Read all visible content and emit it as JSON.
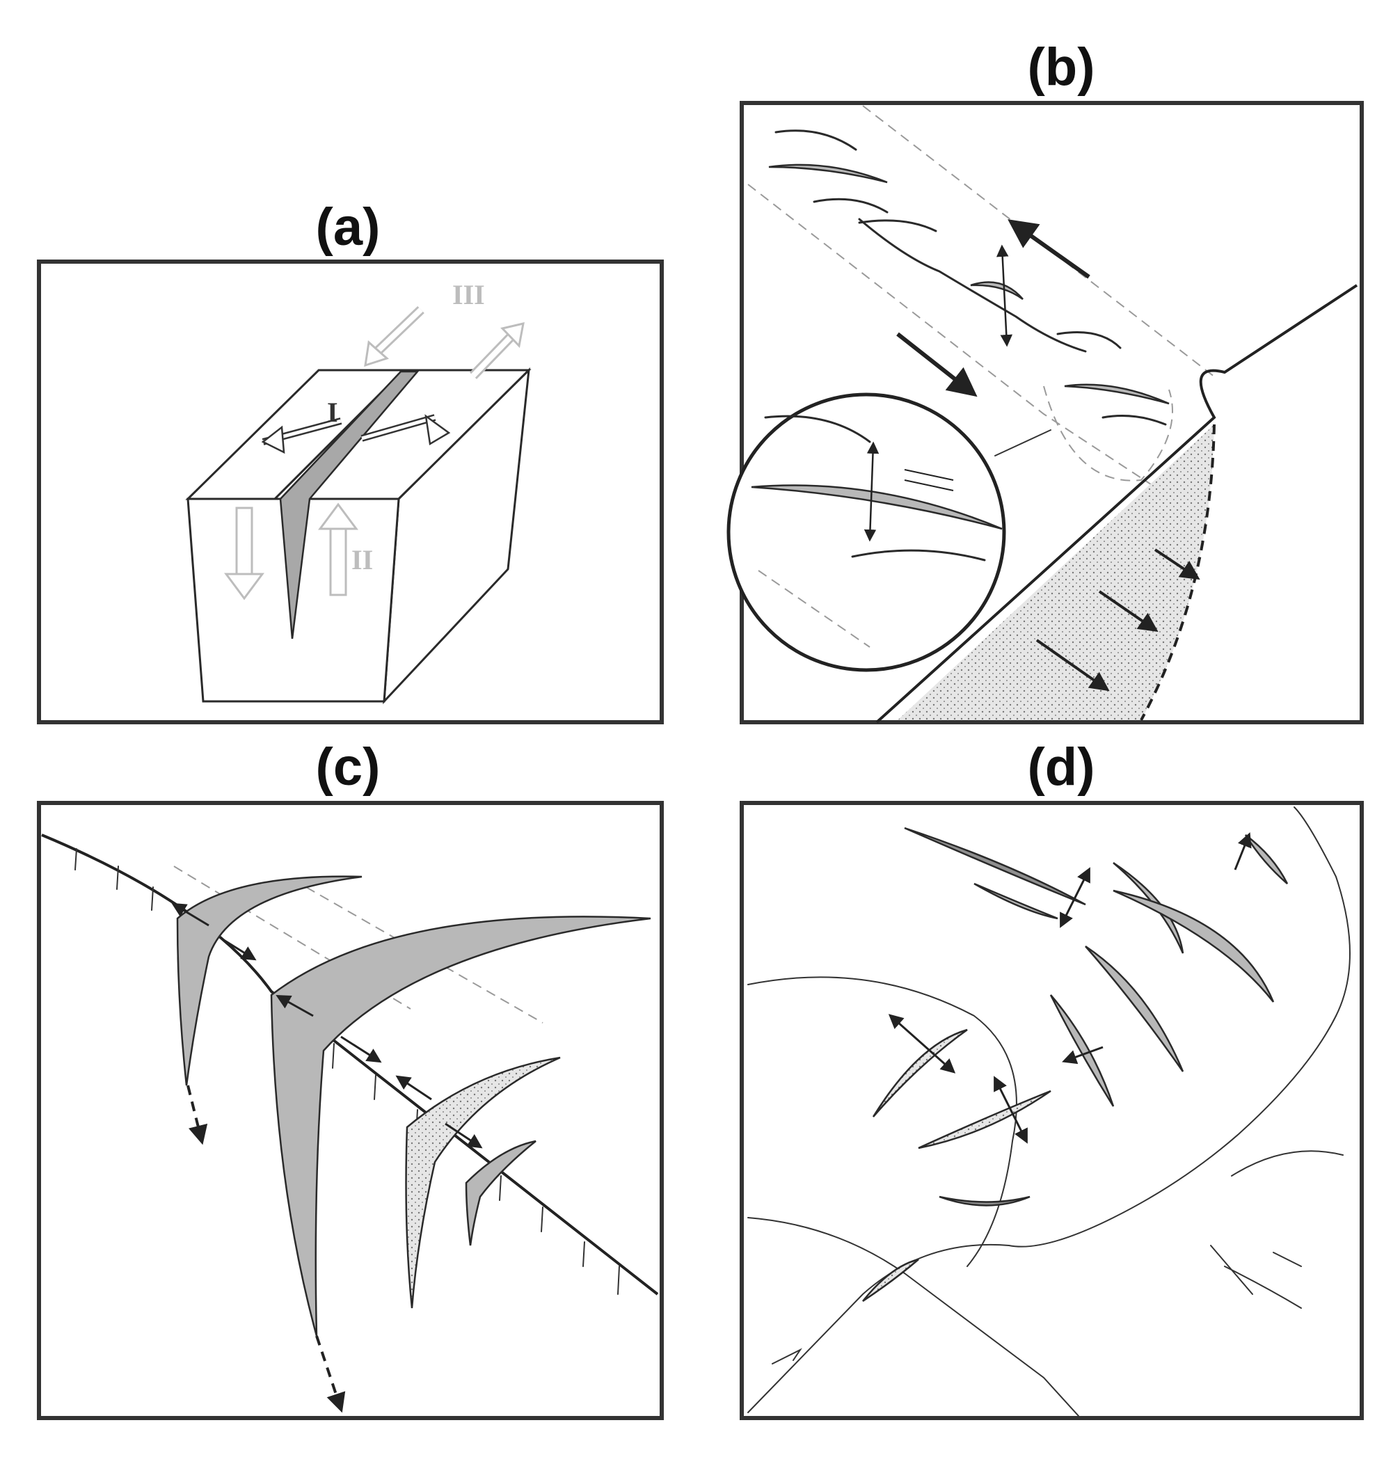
{
  "figure": {
    "panel_a": {
      "label": "(a)",
      "modes": [
        "I",
        "II",
        "III"
      ]
    },
    "panel_b": {
      "label": "(b)"
    },
    "panel_c": {
      "label": "(c)"
    },
    "panel_d": {
      "label": "(d)"
    }
  },
  "colors": {
    "frame": "#333333",
    "vein_fill": "#b8b8b8",
    "mode_arrows": "#bdbdbd",
    "dashed_guides": "#9a9a9a"
  }
}
